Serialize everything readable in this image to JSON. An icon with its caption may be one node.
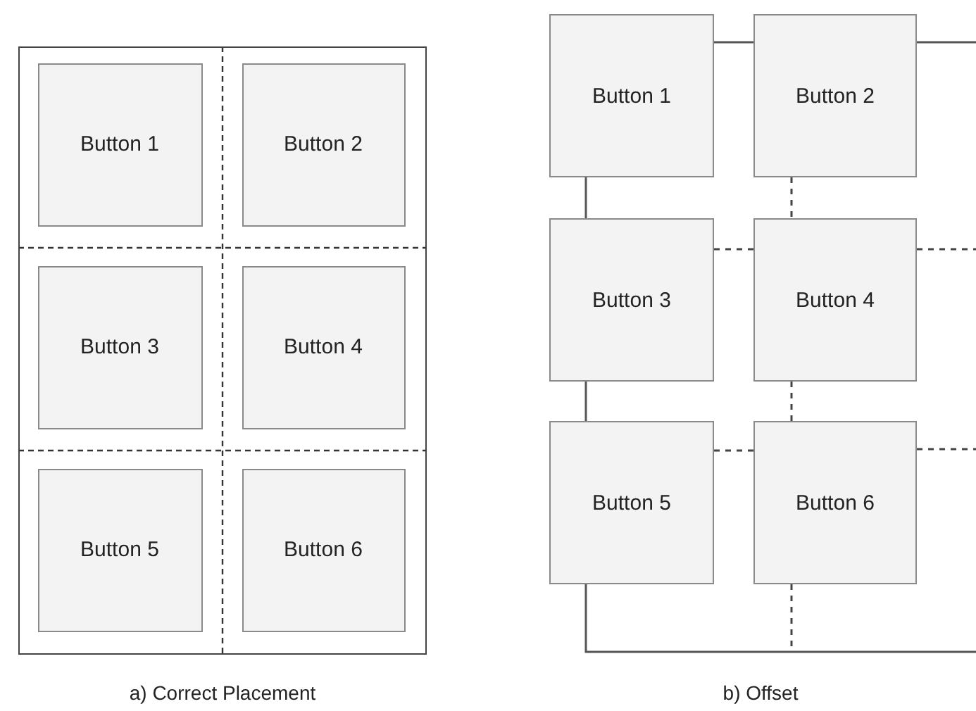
{
  "diagram": {
    "nodes": [
      {
        "text": [],
        "shape": "box"
      },
      {
        "text": [
          "Button 1"
        ],
        "in": 0
      },
      {
        "text": [
          "Button 2"
        ],
        "in": 0
      },
      {
        "text": [
          "Button 3"
        ],
        "in": 0
      },
      {
        "text": [
          "Button 4"
        ],
        "in": 0
      },
      {
        "text": [
          "Button 5"
        ],
        "in": 0
      },
      {
        "text": [
          "Button 6"
        ],
        "in": 0
      },
      {
        "text": [
          "Button 1"
        ]
      },
      {
        "text": [
          "Button 2"
        ]
      },
      {
        "text": [
          "Button 3"
        ]
      },
      {
        "text": [
          "Button 4"
        ]
      },
      {
        "text": [
          "Button 5"
        ]
      },
      {
        "text": [
          "Button 6"
        ]
      }
    ],
    "edges": [
      {
        "from": 7,
        "to": 8,
        "arrow": "none"
      },
      {
        "from": 7,
        "to": 9,
        "arrow": "none"
      },
      {
        "from": 9,
        "to": 11,
        "arrow": "none"
      },
      {
        "from": 8,
        "to": 10,
        "arrow": "none",
        "style": "dashed"
      },
      {
        "from": 9,
        "to": 10,
        "arrow": "none",
        "style": "dashed"
      },
      {
        "from": 10,
        "to": 12,
        "arrow": "none",
        "style": "dashed"
      },
      {
        "from": 11,
        "to": 12,
        "arrow": "none",
        "style": "dashed"
      },
      {
        "from": 8,
        "to": null,
        "arrow": "none"
      },
      {
        "from": 10,
        "to": null,
        "arrow": "none",
        "style": "dashed"
      },
      {
        "from": 12,
        "to": null,
        "arrow": "none",
        "style": "dashed"
      },
      {
        "from": 11,
        "to": null,
        "arrow": "none"
      },
      {
        "from": 12,
        "to": null,
        "arrow": "none",
        "style": "dashed"
      }
    ],
    "labels": [
      "a) Correct Placement",
      "b) Offset"
    ]
  }
}
